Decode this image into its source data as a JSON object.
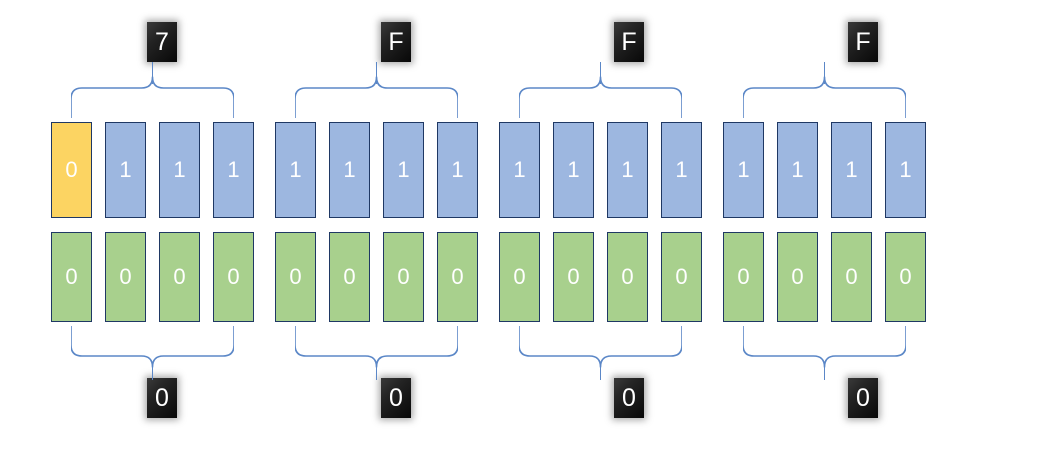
{
  "diagram": {
    "title": "bit-grouping-diagram",
    "colors": {
      "blue": "#9DB7E0",
      "yellow": "#FCD462",
      "green": "#A8D08D",
      "cell_border": "#1F3864",
      "brace": "#5B87C7",
      "chip_background": "#111111",
      "chip_text": "#FFFFFF",
      "page_background": "#FFFFFF"
    },
    "groups": [
      {
        "top_label": "7",
        "bottom_label": "0"
      },
      {
        "top_label": "F",
        "bottom_label": "0"
      },
      {
        "top_label": "F",
        "bottom_label": "0"
      },
      {
        "top_label": "F",
        "bottom_label": "0"
      }
    ],
    "top_row": {
      "name": "upper-bit-row",
      "cells": [
        {
          "value": "0",
          "color": "yellow"
        },
        {
          "value": "1",
          "color": "blue"
        },
        {
          "value": "1",
          "color": "blue"
        },
        {
          "value": "1",
          "color": "blue"
        },
        {
          "value": "1",
          "color": "blue"
        },
        {
          "value": "1",
          "color": "blue"
        },
        {
          "value": "1",
          "color": "blue"
        },
        {
          "value": "1",
          "color": "blue"
        },
        {
          "value": "1",
          "color": "blue"
        },
        {
          "value": "1",
          "color": "blue"
        },
        {
          "value": "1",
          "color": "blue"
        },
        {
          "value": "1",
          "color": "blue"
        },
        {
          "value": "1",
          "color": "blue"
        },
        {
          "value": "1",
          "color": "blue"
        },
        {
          "value": "1",
          "color": "blue"
        },
        {
          "value": "1",
          "color": "blue"
        }
      ]
    },
    "bottom_row": {
      "name": "lower-bit-row",
      "cells": [
        {
          "value": "0",
          "color": "green"
        },
        {
          "value": "0",
          "color": "green"
        },
        {
          "value": "0",
          "color": "green"
        },
        {
          "value": "0",
          "color": "green"
        },
        {
          "value": "0",
          "color": "green"
        },
        {
          "value": "0",
          "color": "green"
        },
        {
          "value": "0",
          "color": "green"
        },
        {
          "value": "0",
          "color": "green"
        },
        {
          "value": "0",
          "color": "green"
        },
        {
          "value": "0",
          "color": "green"
        },
        {
          "value": "0",
          "color": "green"
        },
        {
          "value": "0",
          "color": "green"
        },
        {
          "value": "0",
          "color": "green"
        },
        {
          "value": "0",
          "color": "green"
        },
        {
          "value": "0",
          "color": "green"
        },
        {
          "value": "0",
          "color": "green"
        }
      ]
    }
  }
}
